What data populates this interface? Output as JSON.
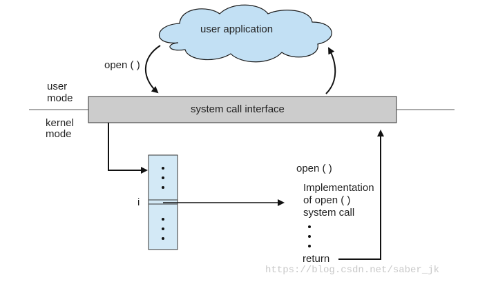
{
  "cloud": {
    "label": "user application",
    "fill": "#c2e0f4"
  },
  "interface": {
    "label": "system call interface",
    "fill": "#cccccc"
  },
  "modes": {
    "user": [
      "user",
      "mode"
    ],
    "kernel": [
      "kernel",
      "mode"
    ]
  },
  "open_call": "open ( )",
  "table": {
    "index": "i",
    "fill": "#d3e9f6"
  },
  "implementation": {
    "header": "open ( )",
    "lines": [
      "Implementation",
      "of open ( )",
      "system call"
    ],
    "return": "return"
  },
  "watermark": "https://blog.csdn.net/saber_jk"
}
